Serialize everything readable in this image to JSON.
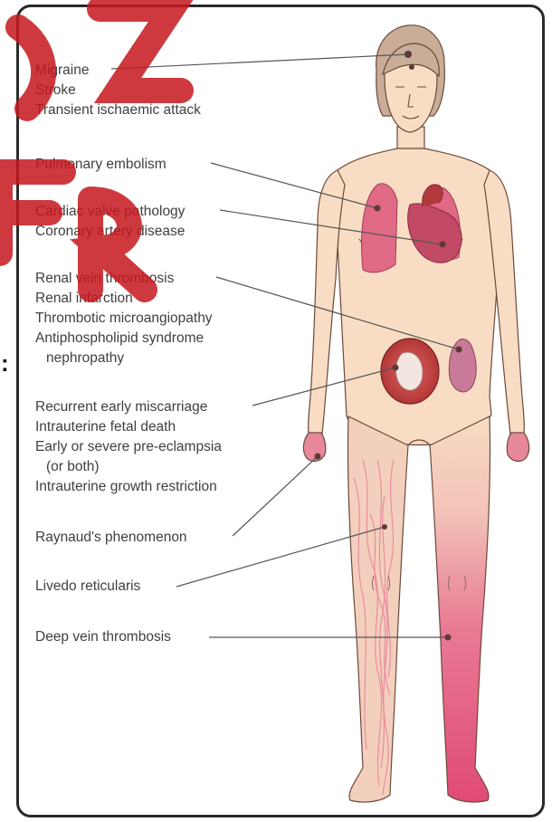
{
  "labels": {
    "migraine": "Migraine",
    "stroke": "Stroke",
    "tia": "Transient ischaemic attack",
    "pulmonary_embolism": "Pulmonary embolism",
    "cardiac_valve": "Cardiac valve pathology",
    "coronary": "Coronary artery disease",
    "renal_vein": "Renal vein thrombosis",
    "renal_infarction": "Renal infarction",
    "thrombotic": "Thrombotic microangiopathy",
    "aps_nephro_1": "Antiphospholipid syndrome",
    "aps_nephro_2": "nephropathy",
    "miscarriage": "Recurrent early miscarriage",
    "fetal_death": "Intrauterine fetal death",
    "preeclampsia_1": "Early or severe pre-eclampsia",
    "preeclampsia_2": "(or both)",
    "growth": "Intrauterine growth restriction",
    "raynaud": "Raynaud's phenomenon",
    "livedo": "Livedo reticularis",
    "dvt": "Deep vein thrombosis"
  },
  "side_mark": ":",
  "colors": {
    "skin": "#f8dcc3",
    "skin_outline": "#6b4a3a",
    "hair": "#c9ad98",
    "lung": "#e06a86",
    "heart": "#c24a66",
    "kidney": "#c97a96",
    "uterus": "#c23e3e",
    "livedo": "#e8889a",
    "dvt": "#e04a74",
    "watermark": "#c4161c"
  }
}
